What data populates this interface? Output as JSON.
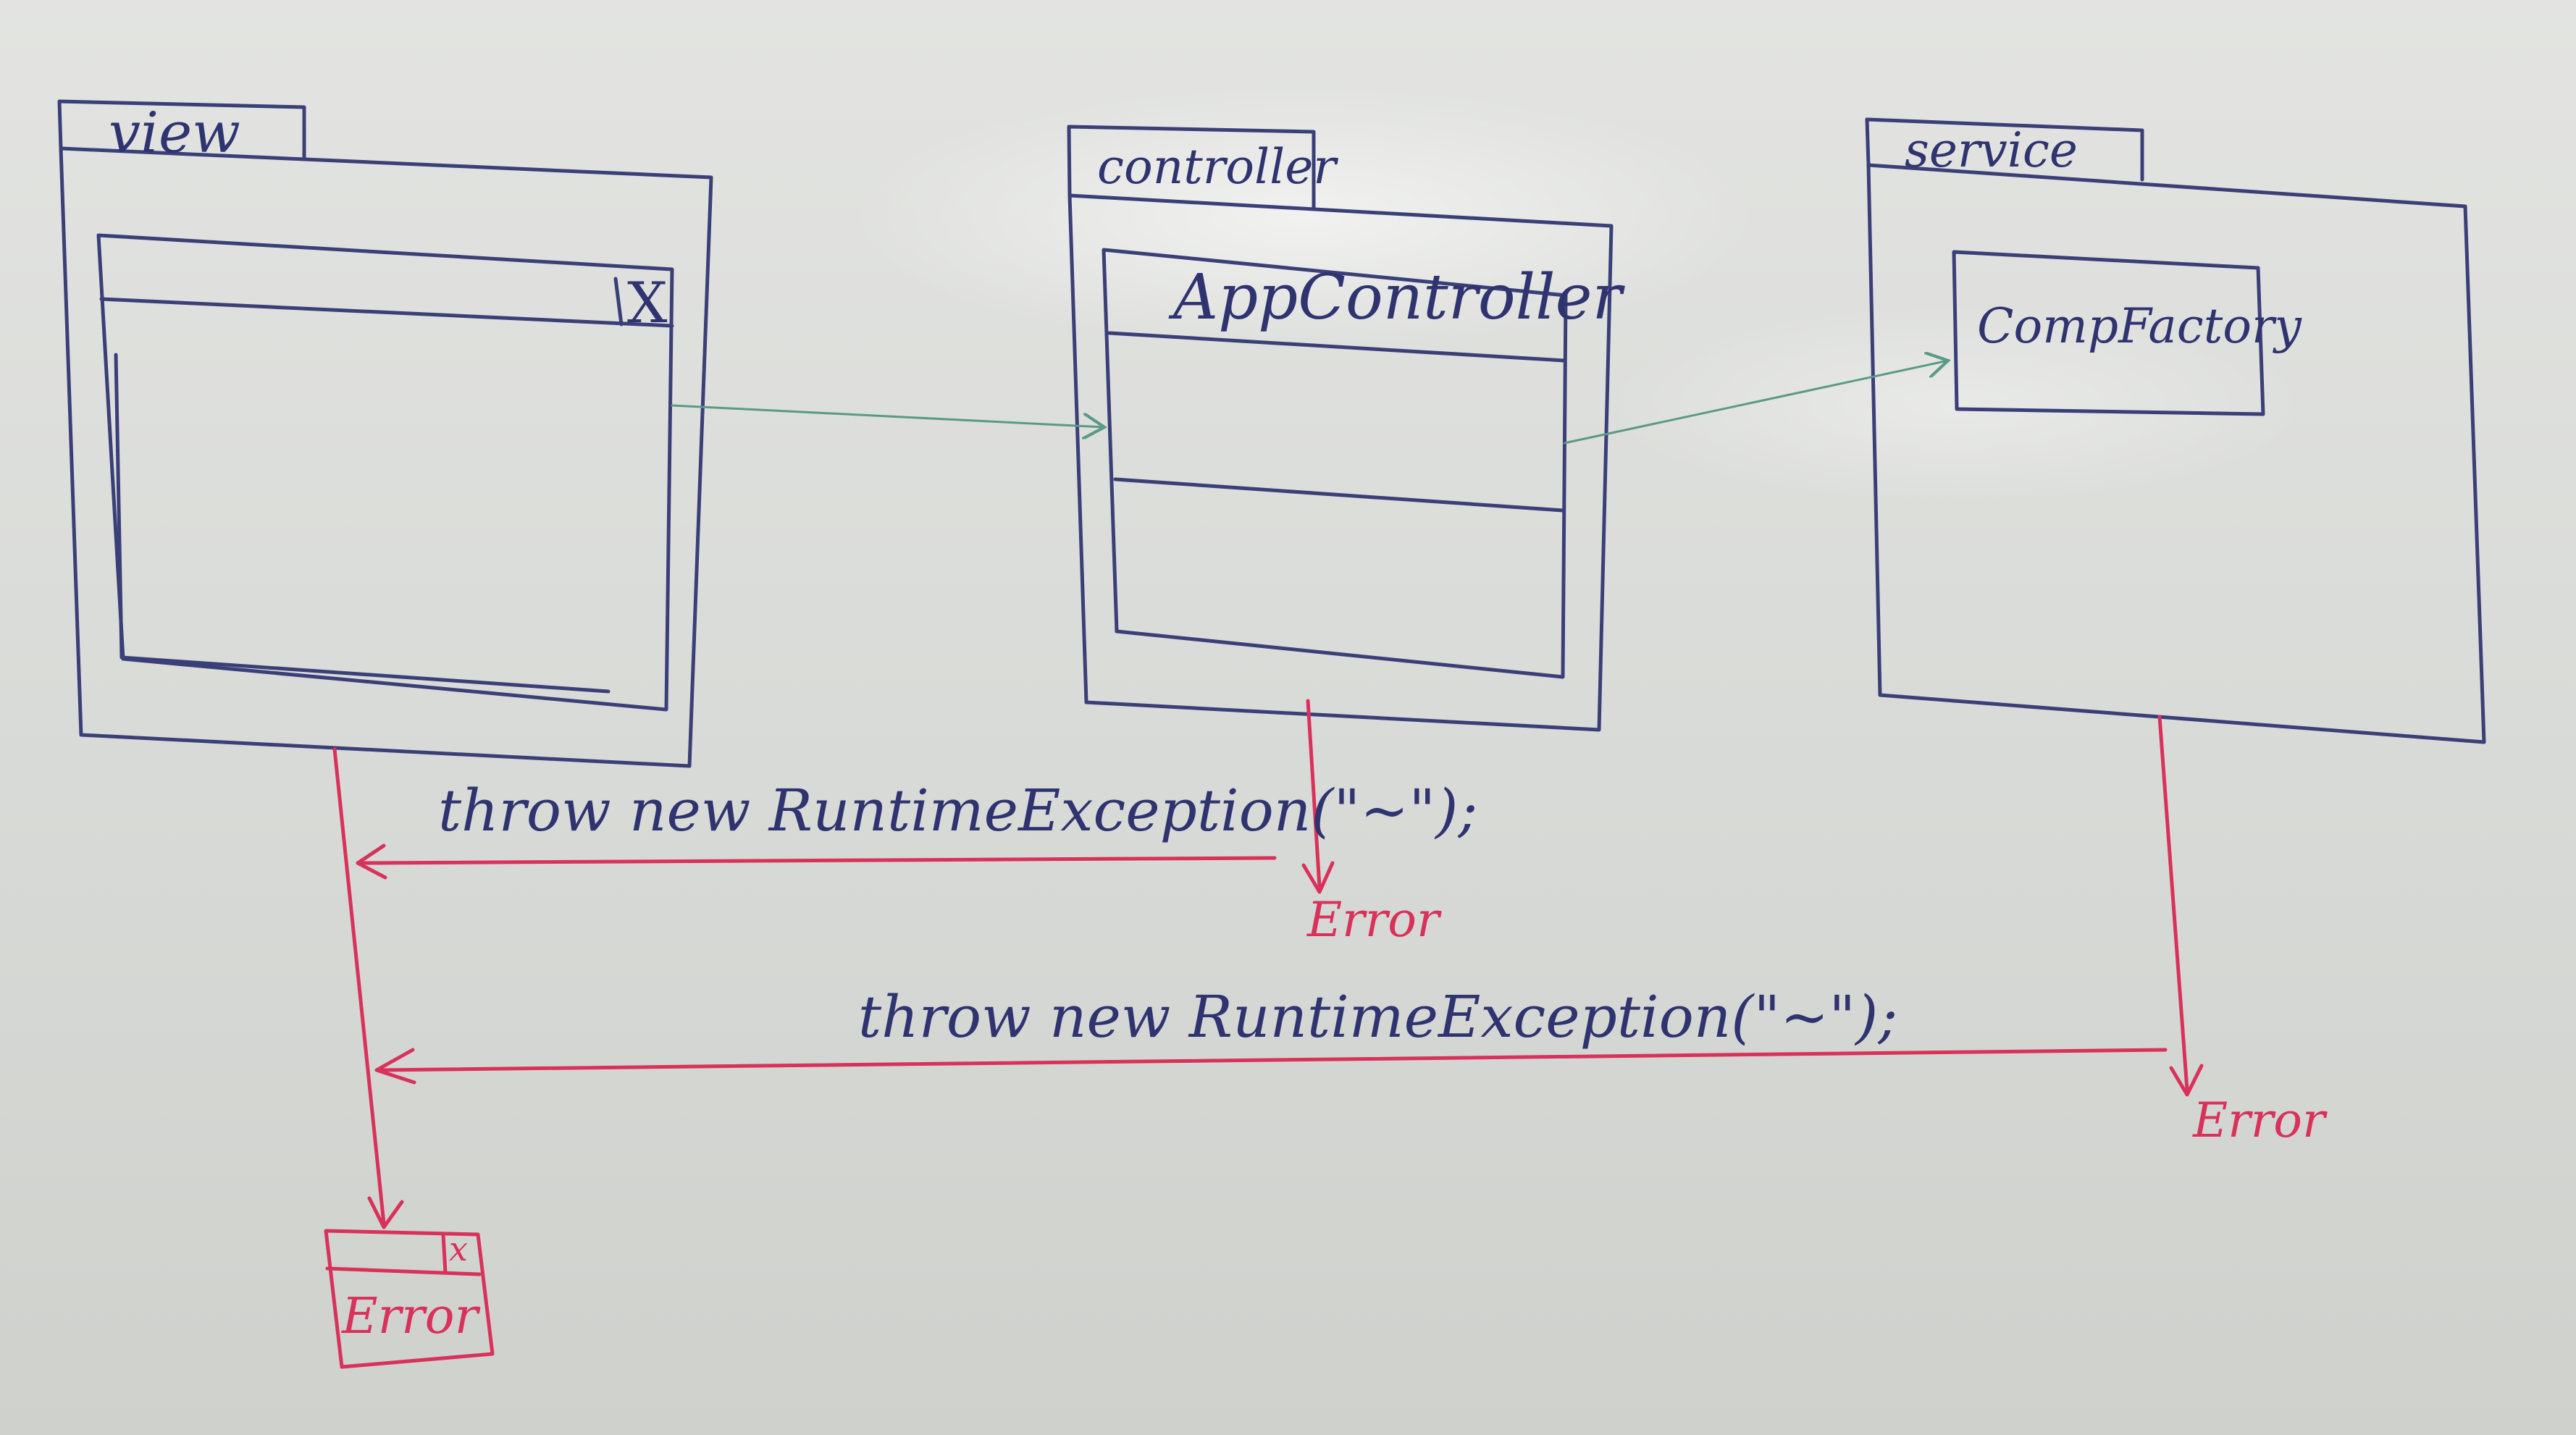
{
  "packages": {
    "view": {
      "label": "view"
    },
    "controller": {
      "label": "controller",
      "class_name": "AppController"
    },
    "service": {
      "label": "service",
      "class_name": "CompFactory"
    }
  },
  "messages": {
    "throw_from_controller": "throw new RuntimeException(\"~\");",
    "throw_from_service": "throw new RuntimeException(\"~\");"
  },
  "errors": {
    "controller_error": "Error",
    "service_error": "Error",
    "dialog_title_close": "x",
    "dialog_label": "Error"
  },
  "window_close_glyph": "X",
  "colors": {
    "ink_blue": "#3a3f78",
    "ink_green": "#5a9a86",
    "ink_red": "#d8325a"
  }
}
